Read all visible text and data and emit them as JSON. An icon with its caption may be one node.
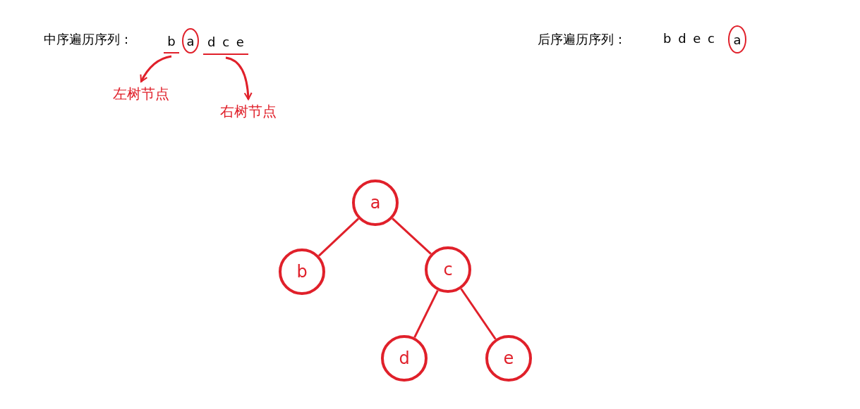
{
  "diagram": {
    "nodes": [
      {
        "text": [
          "b"
        ]
      },
      {
        "text": [
          "a"
        ]
      },
      {
        "text": [
          "d c e"
        ]
      },
      {
        "text": [
          "左树节点"
        ]
      },
      {
        "text": [
          "右树节点"
        ]
      },
      {
        "text": [
          "a"
        ]
      },
      {
        "text": [
          "a"
        ]
      },
      {
        "text": [
          "b"
        ]
      },
      {
        "text": [
          "c"
        ]
      },
      {
        "text": [
          "d"
        ]
      },
      {
        "text": [
          "e"
        ]
      }
    ],
    "edges": [
      {
        "from": 0,
        "to": 3,
        "arrow": "to"
      },
      {
        "from": 2,
        "to": 4,
        "arrow": "to"
      },
      {
        "from": 6,
        "to": 7,
        "arrow": "none"
      },
      {
        "from": 6,
        "to": 8,
        "arrow": "none"
      },
      {
        "from": 8,
        "to": 9,
        "arrow": "none"
      },
      {
        "from": 8,
        "to": 10,
        "arrow": "none"
      }
    ],
    "labels": [
      "中序遍历序列：",
      "后序遍历序列：",
      "b d e c"
    ]
  }
}
